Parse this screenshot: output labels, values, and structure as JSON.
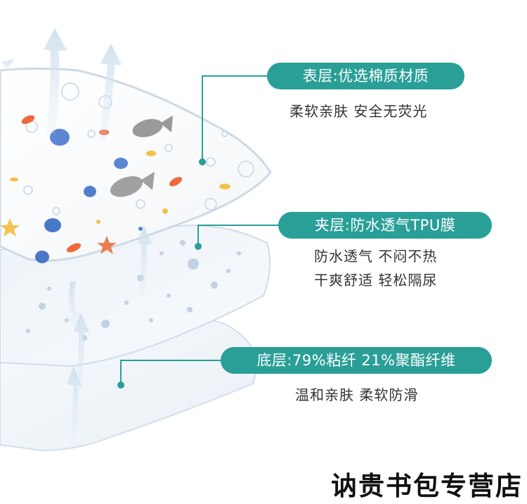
{
  "colors": {
    "accent": "#2a9f98",
    "text": "#333333",
    "store_text": "#111111"
  },
  "layers": [
    {
      "title": "表层:优选棉质材质",
      "lines": [
        "柔软亲肤 安全无荧光"
      ]
    },
    {
      "title": "夹层:防水透气TPU膜",
      "lines": [
        "防水透气 不闷不热",
        "干爽舒适 轻松隔尿"
      ]
    },
    {
      "title": "底层:79%粘纤 21%聚酯纤维",
      "lines": [
        "温和亲肤 柔软防滑"
      ]
    }
  ],
  "store": {
    "name": "讷贵书包专营店"
  }
}
